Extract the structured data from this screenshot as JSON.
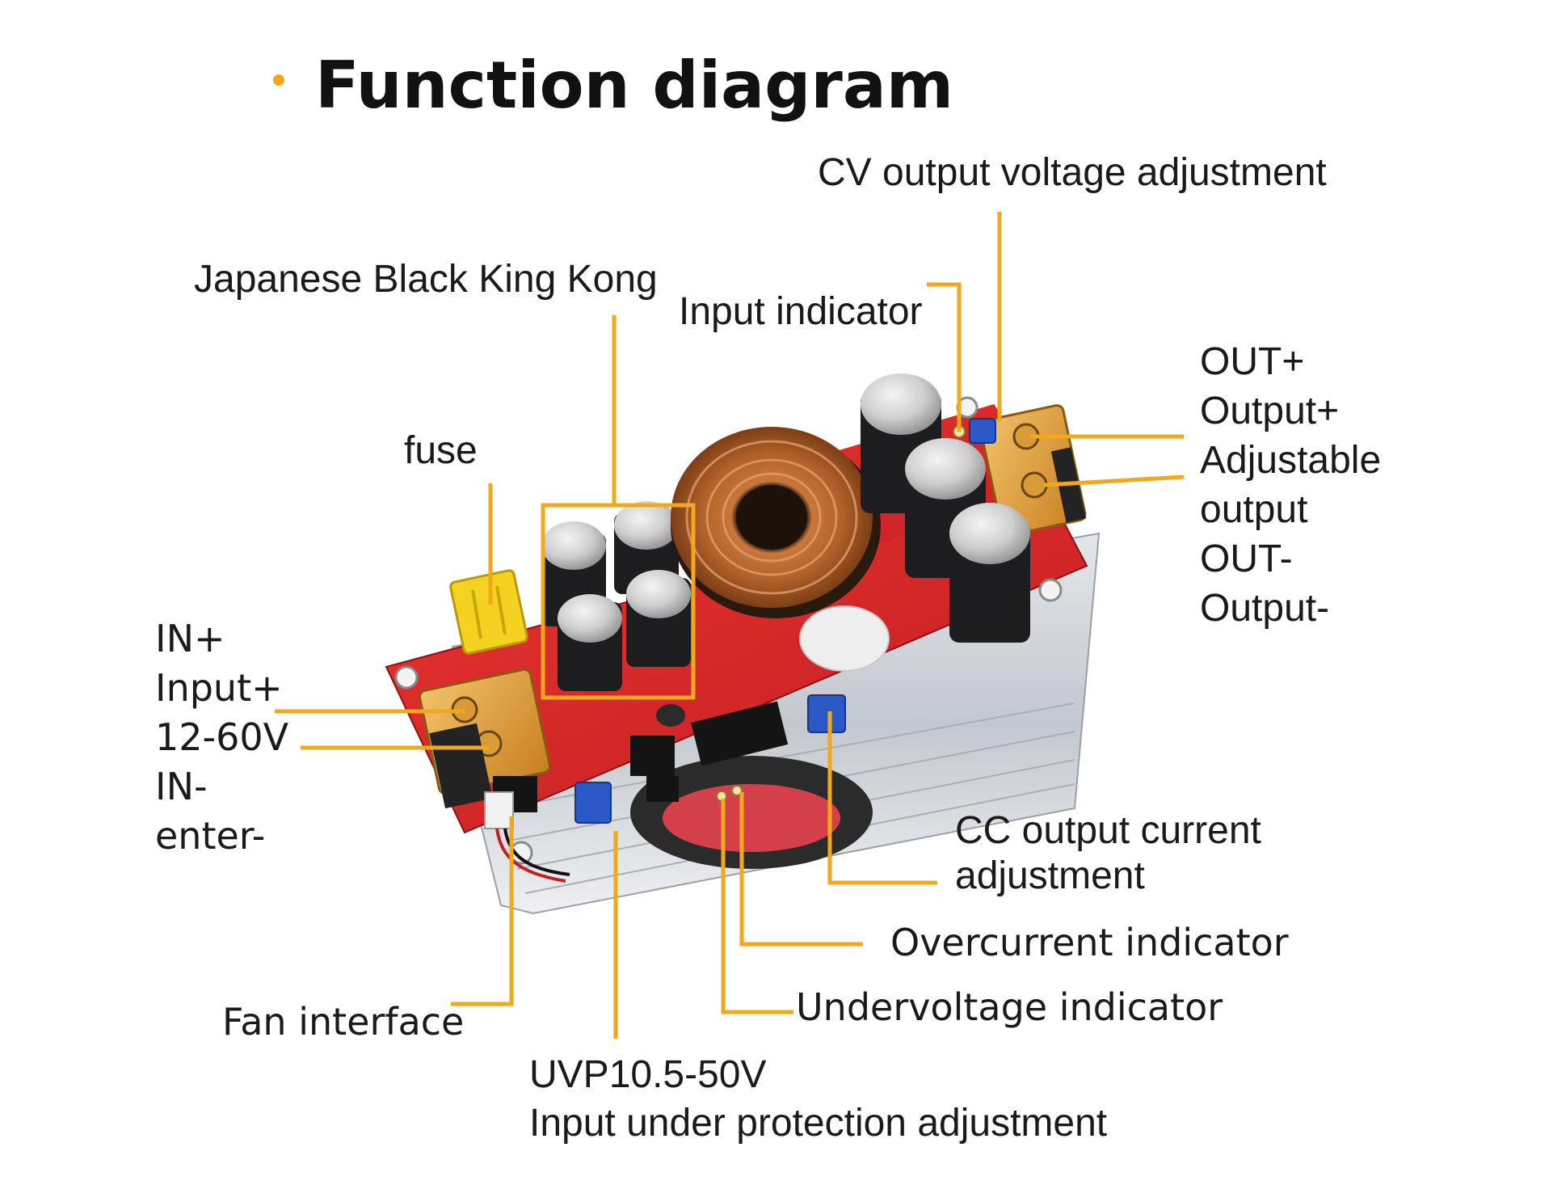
{
  "title": "Function diagram",
  "colors": {
    "leader": "#f2a81d",
    "pcb": "#d8252a",
    "heatsink": "#c9cdd2",
    "capacitor": "#1d1d1f",
    "copper": "#b8652c",
    "terminal": "#e7a43a",
    "fuse": "#f4d21f",
    "pot": "#2a58c7"
  },
  "labels": {
    "cv_adjust": "CV output voltage adjustment",
    "black_king_kong": "Japanese Black King Kong",
    "input_indicator": "Input indicator",
    "fuse": "fuse",
    "out": [
      "OUT+",
      "Output+",
      "Adjustable",
      " output",
      "OUT-",
      "Output-"
    ],
    "in": [
      "IN+",
      "Input+",
      "12-60V",
      "IN-",
      "enter-"
    ],
    "cc_adjust": [
      "CC output current",
      "adjustment"
    ],
    "overcurrent_indicator": "Overcurrent indicator",
    "undervoltage_indicator": "Undervoltage indicator",
    "fan_interface": "Fan interface",
    "uvp": [
      "UVP10.5-50V",
      "Input under protection adjustment"
    ]
  }
}
